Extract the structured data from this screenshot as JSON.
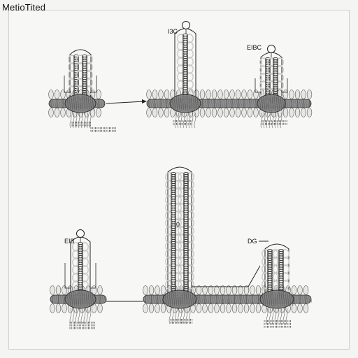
{
  "title": "MetioTited",
  "labels": {
    "top_middle": "I3C",
    "top_right": "EIBC",
    "center": "0",
    "bottom_left": "EIB",
    "bottom_right": "DG"
  },
  "colors": {
    "background": "#f4f4f2",
    "ink": "#222222",
    "membrane_fill": "#8e8e8e",
    "helix": "#3a3a3a",
    "halo": "#c9c9c9"
  }
}
